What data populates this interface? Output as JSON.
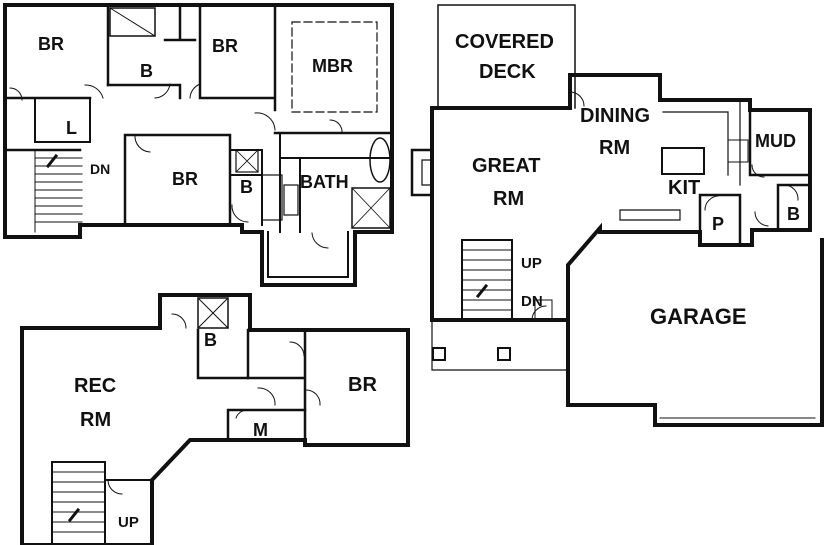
{
  "upper_floor": {
    "br_left": "BR",
    "br_mid": "BR",
    "mbr": "MBR",
    "bath_hall": "B",
    "laundry": "L",
    "stairs_dn": "DN",
    "br_center": "BR",
    "bath_center": "B",
    "bath_master": "BATH"
  },
  "main_floor": {
    "deck_line1": "COVERED",
    "deck_line2": "DECK",
    "dining_line1": "DINING",
    "dining_line2": "RM",
    "mud": "MUD",
    "great_line1": "GREAT",
    "great_line2": "RM",
    "kit": "KIT",
    "pantry": "P",
    "bath": "B",
    "stairs_up": "UP",
    "stairs_dn": "DN",
    "garage": "GARAGE"
  },
  "lower_floor": {
    "rec_line1": "REC",
    "rec_line2": "RM",
    "bath": "B",
    "br": "BR",
    "mech": "M",
    "stairs_up": "UP"
  }
}
